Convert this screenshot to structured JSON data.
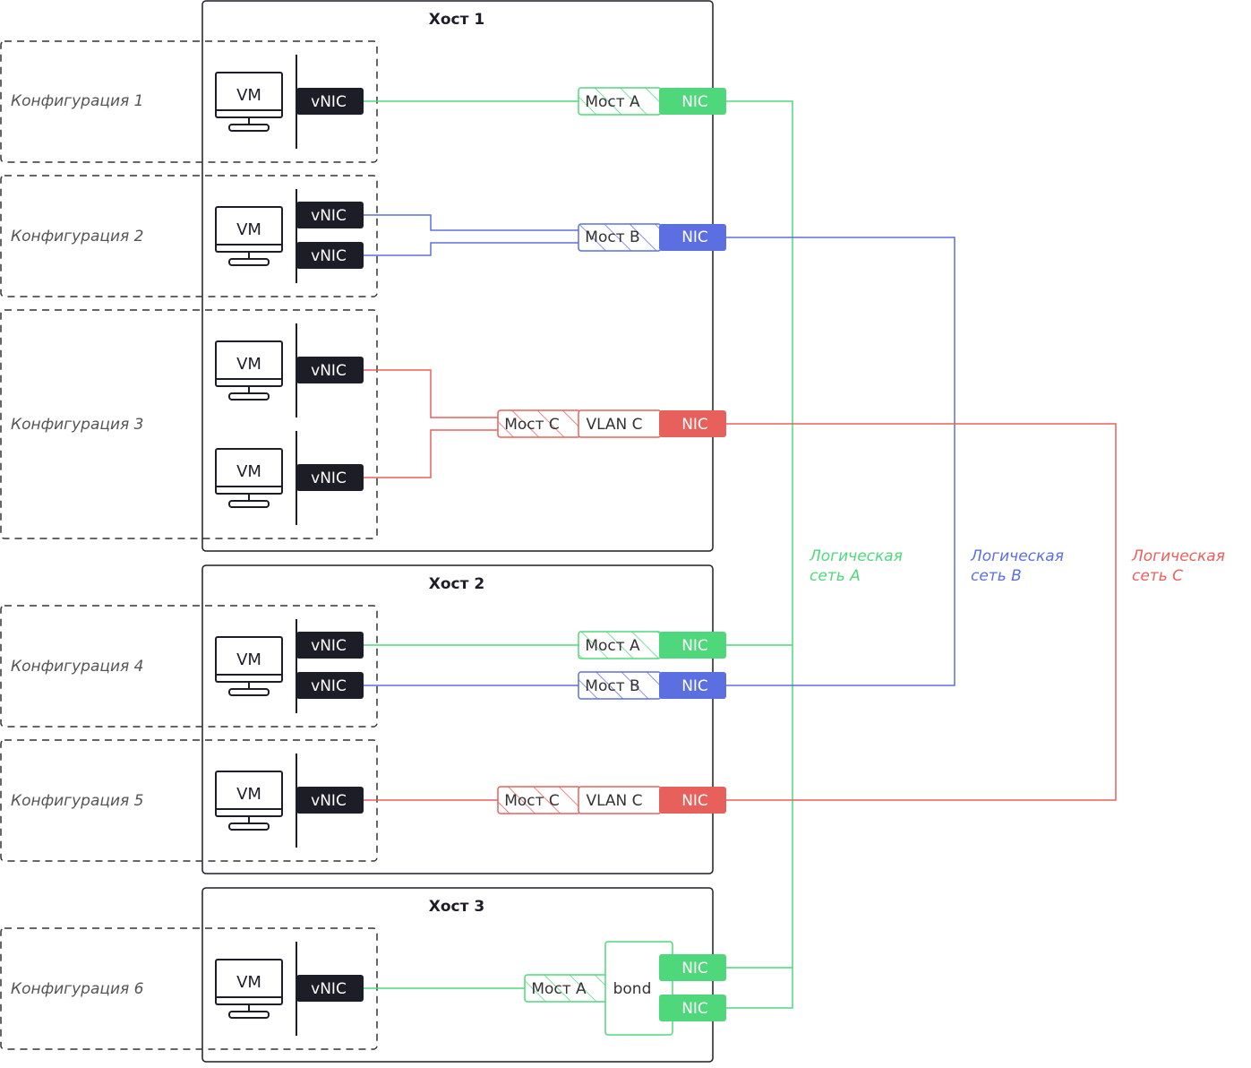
{
  "colors": {
    "green": "#4fd87b",
    "blue": "#5b6fe0",
    "red": "#e8605c",
    "dark": "#1d1d28",
    "config_label": "#555555",
    "dashed_border": "#333333"
  },
  "hosts": [
    {
      "title": "Хост 1"
    },
    {
      "title": "Хост 2"
    },
    {
      "title": "Хост 3"
    }
  ],
  "configs": [
    {
      "label": "Конфигурация 1"
    },
    {
      "label": "Конфигурация 2"
    },
    {
      "label": "Конфигурация 3"
    },
    {
      "label": "Конфигурация 4"
    },
    {
      "label": "Конфигурация 5"
    },
    {
      "label": "Конфигурация 6"
    }
  ],
  "vm_label": "VM",
  "vnic_label": "vNIC",
  "nic_label": "NIC",
  "bridges": {
    "a": "Мост A",
    "b": "Мост B",
    "c": "Мост C"
  },
  "vlan_label": "VLAN C",
  "bond_label": "bond",
  "networks": [
    {
      "line1": "Логическая",
      "line2": "сеть A",
      "color": "#4fd87b"
    },
    {
      "line1": "Логическая",
      "line2": "сеть B",
      "color": "#5b6fe0"
    },
    {
      "line1": "Логическая",
      "line2": "сеть C",
      "color": "#e8605c"
    }
  ]
}
